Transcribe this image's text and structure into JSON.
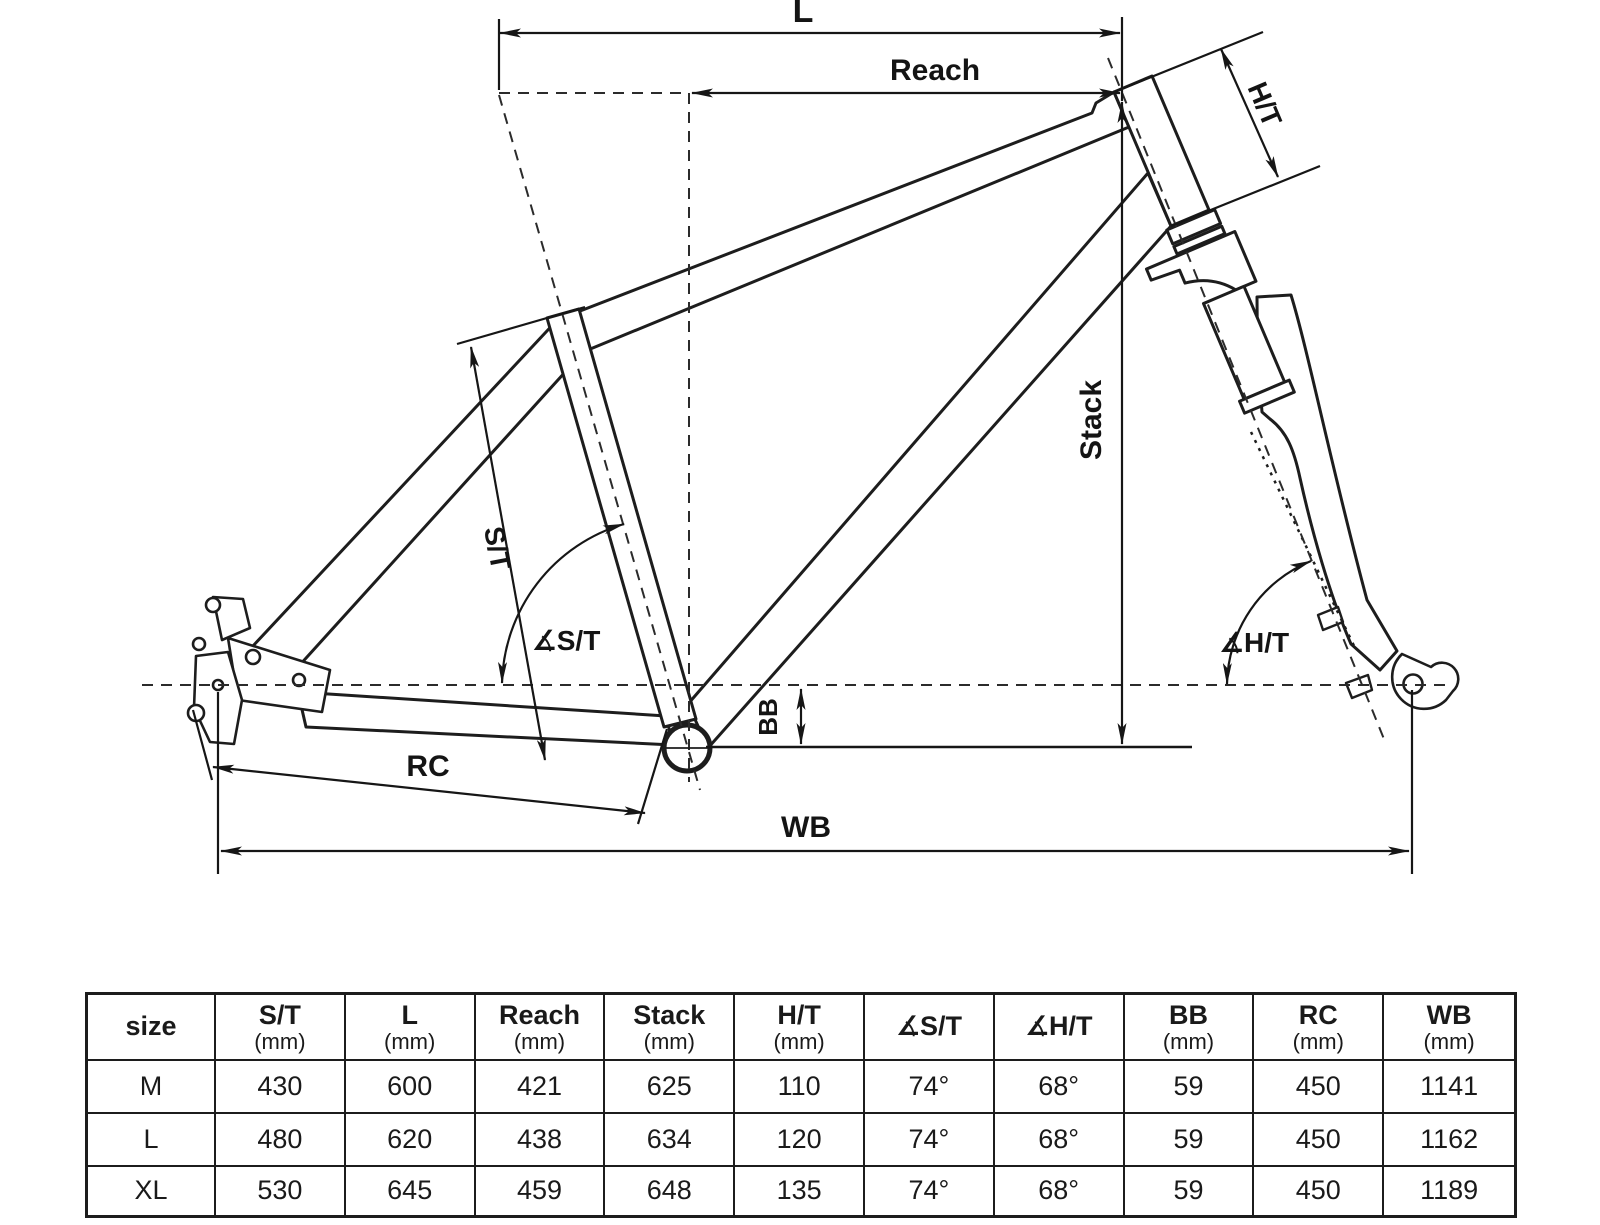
{
  "diagram": {
    "dim_labels": {
      "l": "L",
      "reach": "Reach",
      "ht": "H/T",
      "stack": "Stack",
      "st": "S/T",
      "angle_st": "∡S/T",
      "angle_ht": "∡H/T",
      "bb": "BB",
      "rc": "RC",
      "wb": "WB"
    }
  },
  "table": {
    "headers": [
      [
        "size",
        ""
      ],
      [
        "S/T",
        "(mm)"
      ],
      [
        "L",
        "(mm)"
      ],
      [
        "Reach",
        "(mm)"
      ],
      [
        "Stack",
        "(mm)"
      ],
      [
        "H/T",
        "(mm)"
      ],
      [
        "∡S/T",
        ""
      ],
      [
        "∡H/T",
        ""
      ],
      [
        "BB",
        "(mm)"
      ],
      [
        "RC",
        "(mm)"
      ],
      [
        "WB",
        "(mm)"
      ]
    ],
    "rows": [
      [
        "M",
        "430",
        "600",
        "421",
        "625",
        "110",
        "74°",
        "68°",
        "59",
        "450",
        "1141"
      ],
      [
        "L",
        "480",
        "620",
        "438",
        "634",
        "120",
        "74°",
        "68°",
        "59",
        "450",
        "1162"
      ],
      [
        "XL",
        "530",
        "645",
        "459",
        "648",
        "135",
        "74°",
        "68°",
        "59",
        "450",
        "1189"
      ]
    ]
  }
}
